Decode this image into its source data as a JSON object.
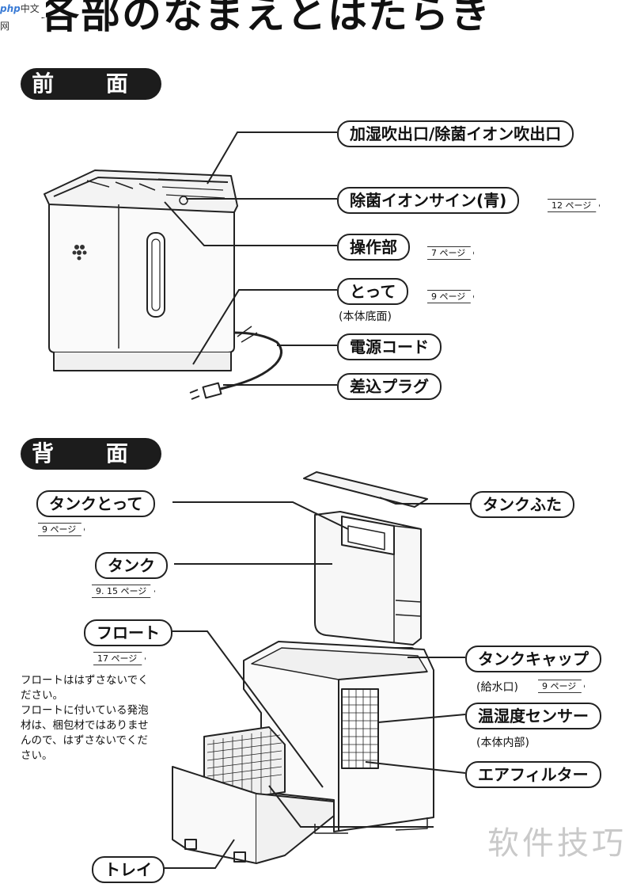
{
  "title": "各部のなまえとはたらき",
  "watermark_top": {
    "logo": "php",
    "text": "中文网"
  },
  "watermark_bottom": "软件技巧",
  "front": {
    "heading": "前 面",
    "labels": {
      "outlet": "加湿吹出口/除菌イオン吹出口",
      "ion_sign": "除菌イオンサイン(青)",
      "controls": "操作部",
      "handle": "とって",
      "handle_note": "(本体底面)",
      "cord": "電源コード",
      "plug": "差込プラグ"
    },
    "refs": {
      "ion_sign": "12 ページ",
      "controls": "7 ページ",
      "handle": "9 ページ"
    }
  },
  "back": {
    "heading": "背 面",
    "labels": {
      "tank_handle": "タンクとって",
      "tank_lid": "タンクふた",
      "tank": "タンク",
      "float": "フロート",
      "tank_cap": "タンクキャップ",
      "tank_cap_note": "(給水口)",
      "sensor": "温湿度センサー",
      "sensor_note": "(本体内部)",
      "air_filter": "エアフィルター",
      "tray": "トレイ"
    },
    "refs": {
      "tank_handle": "9 ページ",
      "tank": "9. 15 ページ",
      "float": "17 ページ",
      "tank_cap": "9 ページ"
    },
    "float_note": [
      "フロートははずさないでく",
      "ださい。",
      "フロートに付いている発泡",
      "材は、梱包材ではありませ",
      "んので、はずさないでくだ",
      "さい。"
    ]
  }
}
